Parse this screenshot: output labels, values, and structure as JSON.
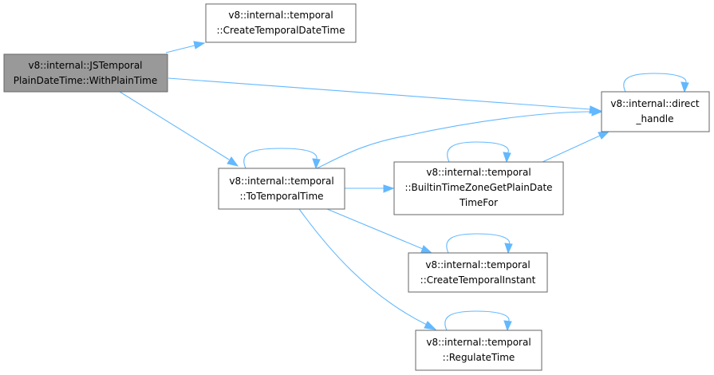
{
  "nodes": {
    "root": {
      "lines": [
        "v8::internal::JSTemporal",
        "PlainDateTime::WithPlainTime"
      ]
    },
    "create_temporal_date_time": {
      "lines": [
        "v8::internal::temporal",
        "::CreateTemporalDateTime"
      ]
    },
    "direct_handle": {
      "lines": [
        "v8::internal::direct",
        "_handle"
      ]
    },
    "to_temporal_time": {
      "lines": [
        "v8::internal::temporal",
        "::ToTemporalTime"
      ]
    },
    "builtin_time_zone": {
      "lines": [
        "v8::internal::temporal",
        "::BuiltinTimeZoneGetPlainDate",
        "TimeFor"
      ]
    },
    "create_temporal_instant": {
      "lines": [
        "v8::internal::temporal",
        "::CreateTemporalInstant"
      ]
    },
    "regulate_time": {
      "lines": [
        "v8::internal::temporal",
        "::RegulateTime"
      ]
    }
  },
  "colors": {
    "edge": "#63b8ff",
    "root_fill": "#999999",
    "node_border": "#666666"
  }
}
